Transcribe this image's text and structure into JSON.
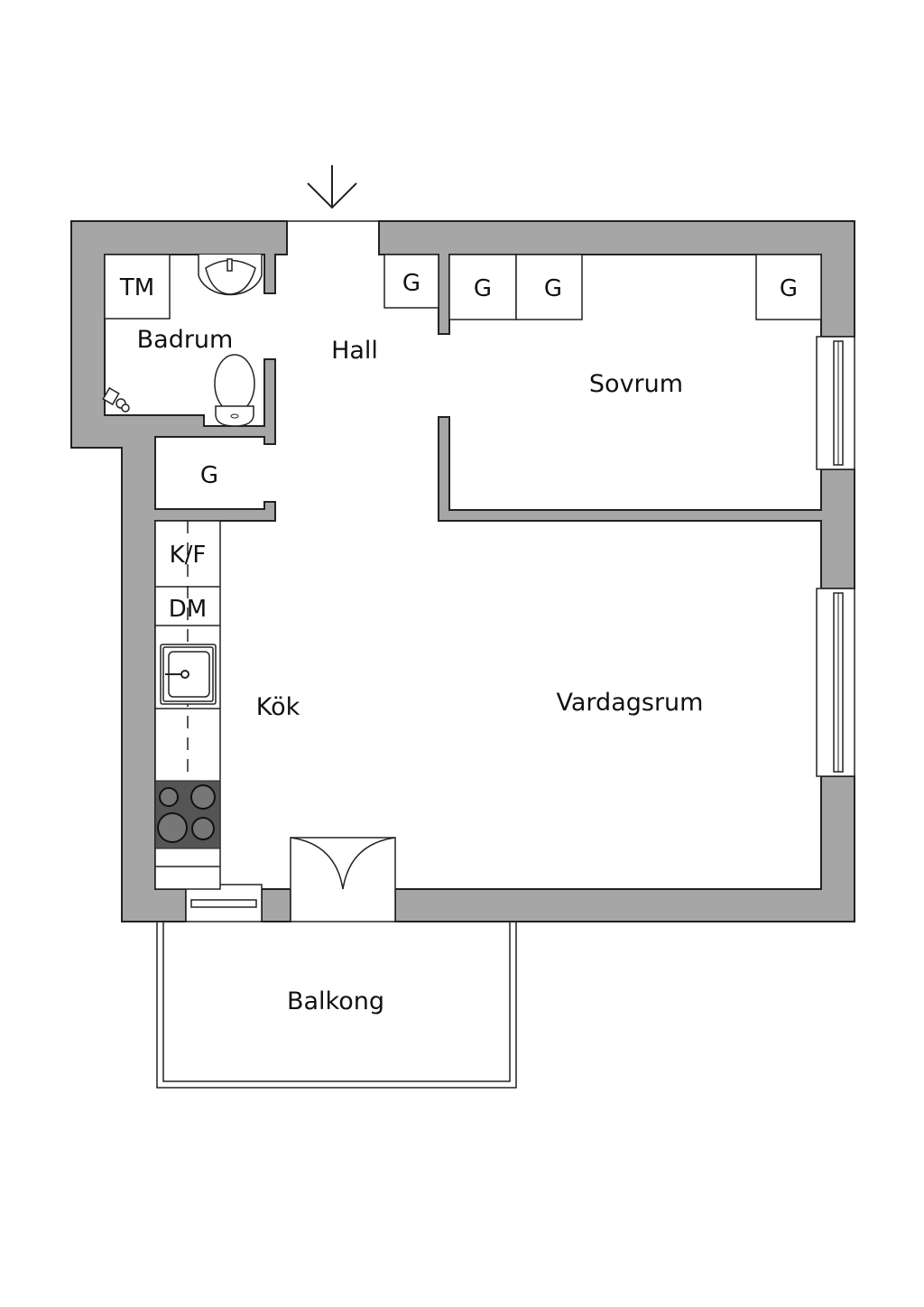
{
  "plan": {
    "rooms": {
      "bathroom": "Badrum",
      "hall": "Hall",
      "bedroom": "Sovrum",
      "kitchen": "Kök",
      "living_room": "Vardagsrum",
      "balcony": "Balkong"
    },
    "units": {
      "washing_machine": "TM",
      "closet": "G",
      "fridge_freezer": "K/F",
      "dishwasher": "DM"
    },
    "colors": {
      "wall": "#a6a6a6",
      "stove": "#555555",
      "line": "#222222"
    }
  }
}
